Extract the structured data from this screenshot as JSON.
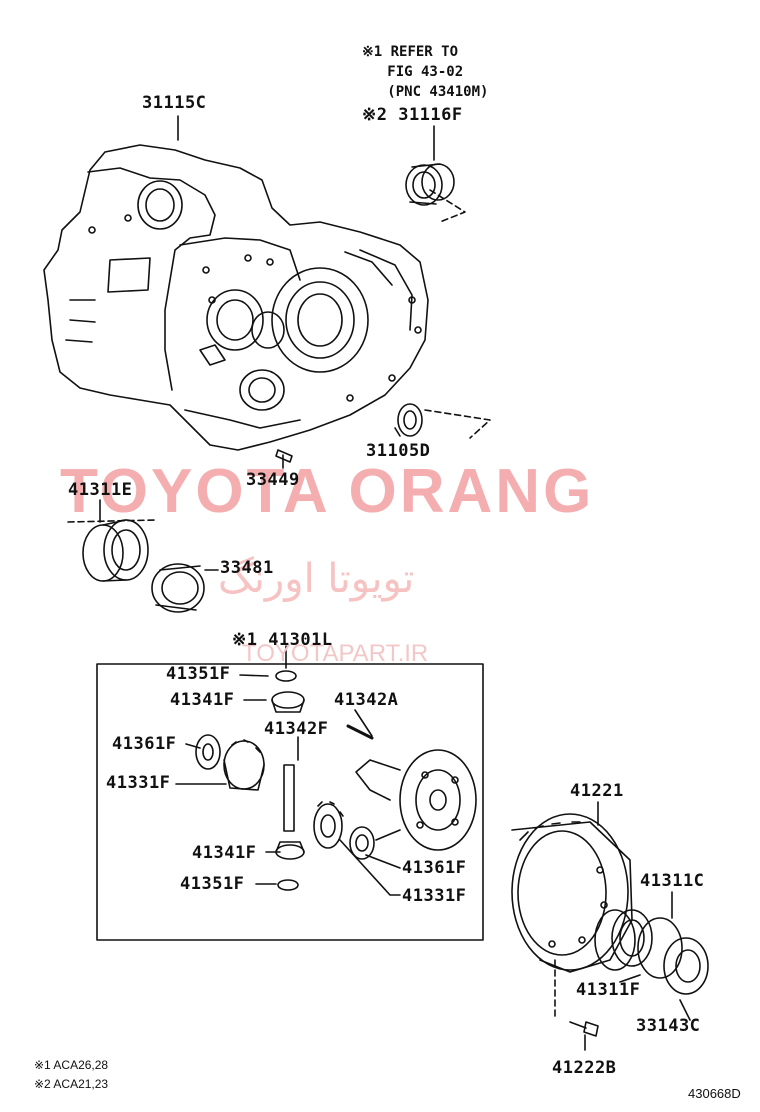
{
  "notes": {
    "refer_1": "※1 REFER TO",
    "refer_2": "   FIG 43-02",
    "refer_3": "   (PNC 43410M)",
    "legend_1": "※1 ACA26,28",
    "legend_2": "※2 ACA21,23"
  },
  "parts": {
    "p31115C": "31115C",
    "p31116F": "※2 31116F",
    "p31105D": "31105D",
    "p33449": "33449",
    "p41311E": "41311E",
    "p33481": "33481",
    "p41301L": "※1 41301L",
    "p41351F_a": "41351F",
    "p41341F_a": "41341F",
    "p41342A": "41342A",
    "p41342F": "41342F",
    "p41361F_a": "41361F",
    "p41331F_a": "41331F",
    "p41341F_b": "41341F",
    "p41351F_b": "41351F",
    "p41361F_b": "41361F",
    "p41331F_b": "41331F",
    "p41221": "41221",
    "p41311C": "41311C",
    "p41311F": "41311F",
    "p33143C": "33143C",
    "p41222B": "41222B"
  },
  "watermark": {
    "main": "TOYOTA ORANG",
    "persian": "تویوتا اورنگ",
    "url": "TOYOTAPART.IR"
  },
  "figure_code": "430668D",
  "colors": {
    "ink": "#111111",
    "watermark": "#f4aeb0"
  }
}
